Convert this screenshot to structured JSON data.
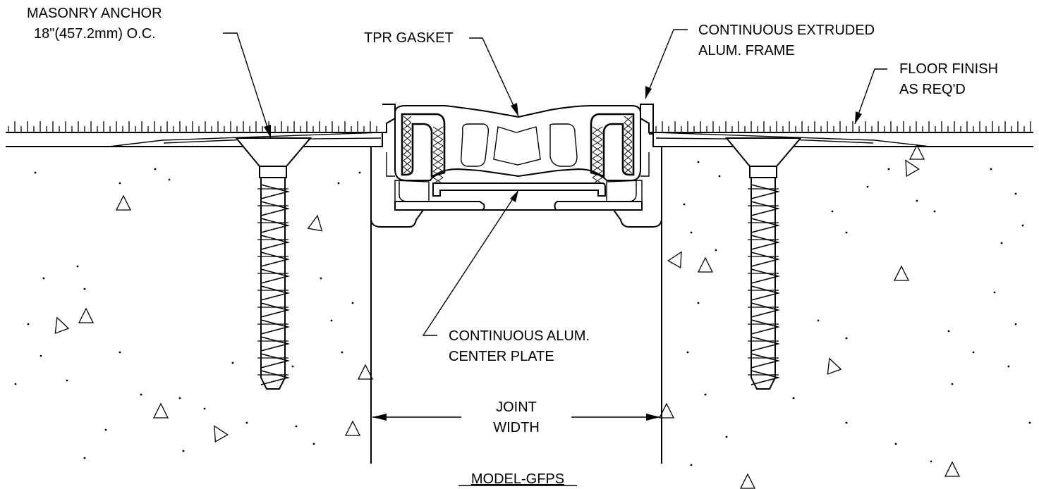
{
  "labels": {
    "masonry_anchor_line1": "MASONRY ANCHOR",
    "masonry_anchor_line2": "18\"(457.2mm) O.C.",
    "tpr_gasket": "TPR GASKET",
    "frame_line1": "CONTINUOUS EXTRUDED",
    "frame_line2": "ALUM. FRAME",
    "floor_finish_line1": "FLOOR FINISH",
    "floor_finish_line2": "AS REQ'D",
    "center_plate_line1": "CONTINUOUS ALUM.",
    "center_plate_line2": "CENTER PLATE",
    "joint_width_line1": "JOINT",
    "joint_width_line2": "WIDTH",
    "model": "MODEL-GFPS"
  }
}
